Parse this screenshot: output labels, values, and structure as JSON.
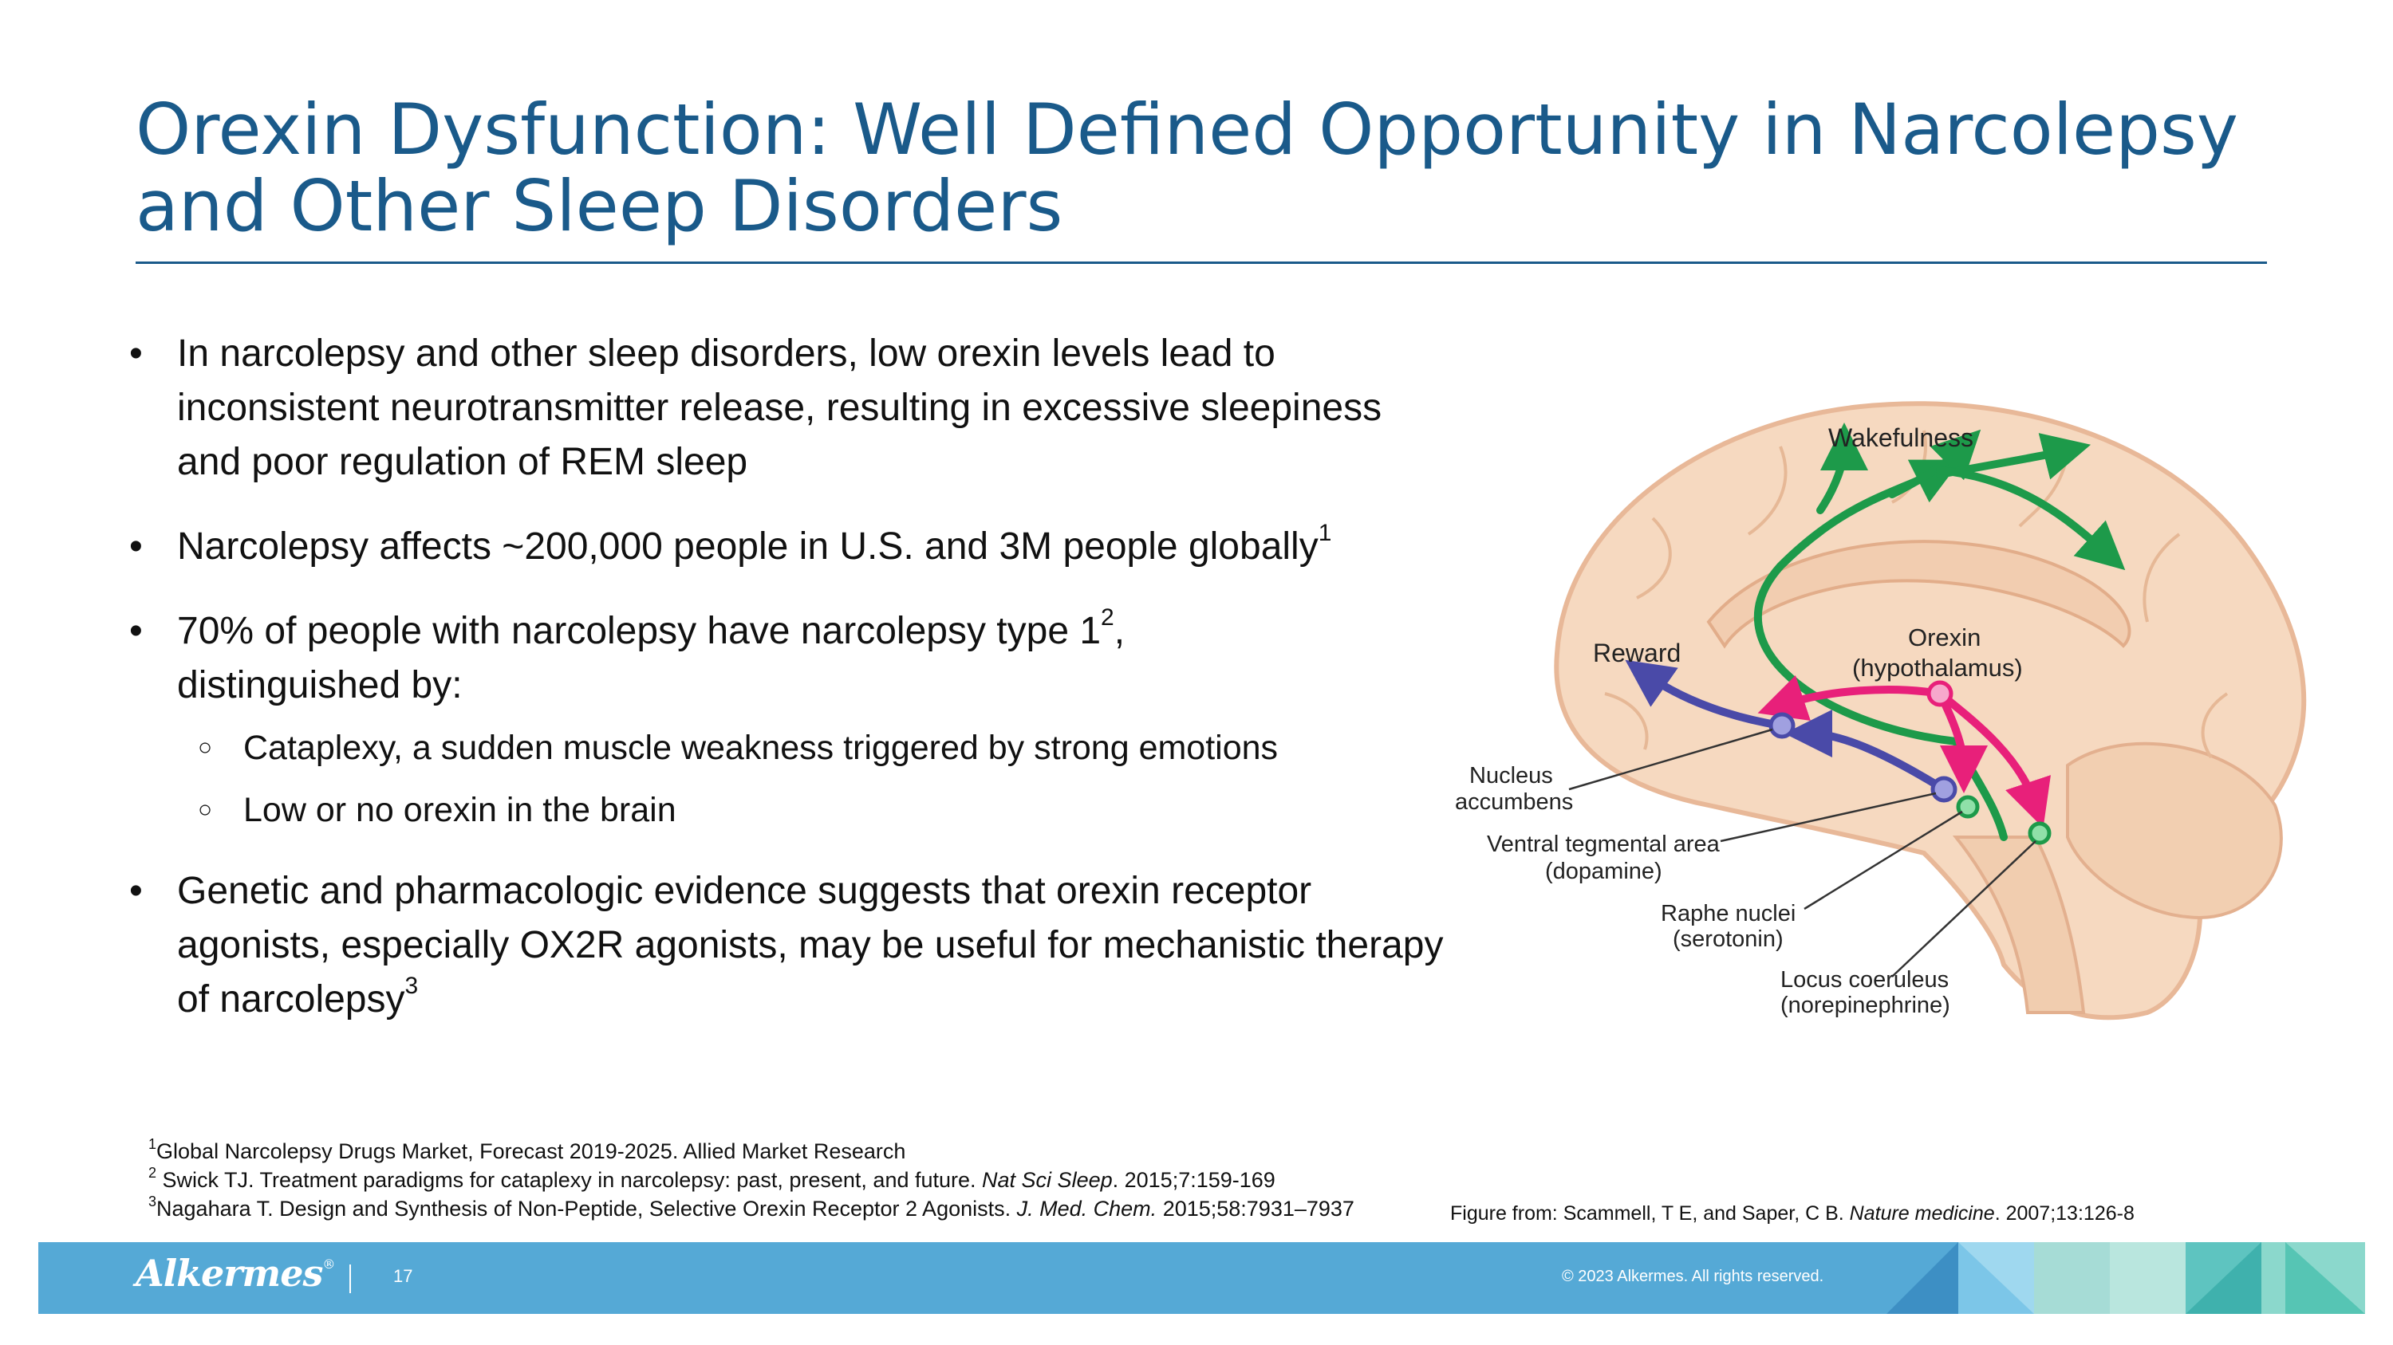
{
  "title": {
    "line1": "Orexin Dysfunction: Well Defined Opportunity in Narcolepsy",
    "line2": "and Other Sleep Disorders"
  },
  "bullets": {
    "b1": "In narcolepsy and other sleep disorders, low orexin levels lead to inconsistent neurotransmitter release, resulting in excessive sleepiness and poor regulation of REM sleep",
    "b2": "Narcolepsy affects ~200,000 people in U.S. and 3M people globally",
    "b2_sup": "1",
    "b3_a": "70% of people with narcolepsy have narcolepsy type 1",
    "b3_sup": "2",
    "b3_b": ",",
    "b3_c": "distinguished by:",
    "sub1": "Cataplexy, a sudden muscle weakness triggered by strong emotions",
    "sub2": "Low or no orexin in the brain",
    "b4": "Genetic and pharmacologic evidence suggests that orexin receptor agonists, especially OX2R agonists, may be useful for mechanistic therapy of narcolepsy",
    "b4_sup": "3",
    "bullet_glyph": "•",
    "sub_glyph": "○"
  },
  "figure": {
    "wakefulness": "Wakefulness",
    "orexin": "Orexin",
    "hypothalamus": "(hypothalamus)",
    "reward": "Reward",
    "nucleus": "Nucleus",
    "accumbens": "accumbens",
    "vta": "Ventral tegmental area",
    "dopamine": "(dopamine)",
    "raphe": "Raphe nuclei",
    "serotonin": "(serotonin)",
    "locus": "Locus coeruleus",
    "norepinephrine": "(norepinephrine)",
    "colors": {
      "brain": "#f6d9c0",
      "brain_outline": "#e8b898",
      "green": "#1d9a4a",
      "pink": "#e8207a",
      "blue": "#4a4aa8"
    }
  },
  "references": {
    "r1_num": "1",
    "r1": "Global Narcolepsy Drugs Market, Forecast 2019-2025.  Allied Market Research",
    "r2_num": "2",
    "r2_a": "Swick TJ. Treatment paradigms for cataplexy in narcolepsy: past, present, and future. ",
    "r2_i": "Nat Sci Sleep",
    "r2_b": ". 2015;7:159-169",
    "r3_num": "3",
    "r3_a": "Nagahara T. Design and Synthesis of Non-Peptide, Selective Orexin Receptor 2 Agonists. ",
    "r3_i": "J. Med. Chem.",
    "r3_b": " 2015;58:7931–7937"
  },
  "credit": {
    "a": "Figure from: Scammell, T E, and Saper, C B. ",
    "i": "Nature medicine",
    "b": ". 2007;13:126-8"
  },
  "footer": {
    "logo": "Alkermes",
    "logo_mark": "®",
    "page_number": "17",
    "copyright": "© 2023 Alkermes. All rights reserved."
  }
}
